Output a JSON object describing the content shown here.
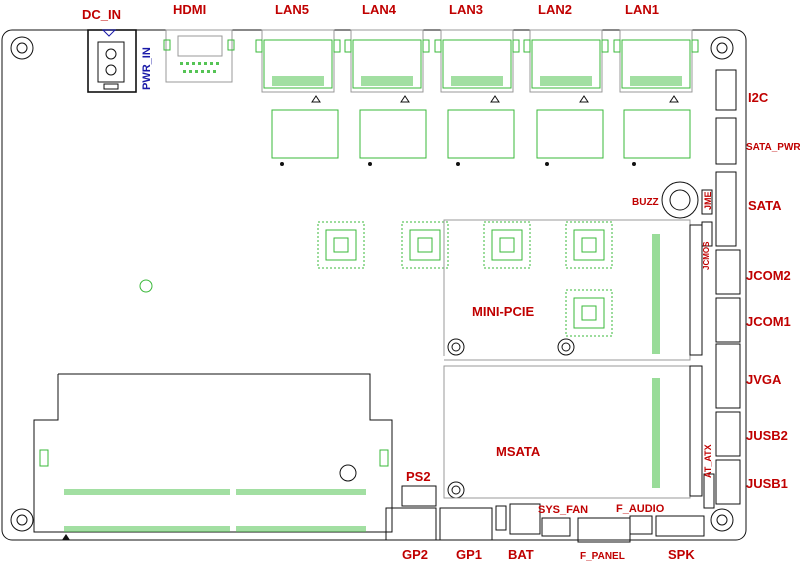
{
  "labels": {
    "dc_in": "DC_IN",
    "pwr_in": "PWR_IN",
    "hdmi": "HDMI",
    "lan5": "LAN5",
    "lan4": "LAN4",
    "lan3": "LAN3",
    "lan2": "LAN2",
    "lan1": "LAN1",
    "i2c": "I2C",
    "sata_pwr": "SATA_PWR",
    "buzz": "BUZZ",
    "jme": "JME",
    "sata": "SATA",
    "jcmos": "JCMOS",
    "jcom2": "JCOM2",
    "jcom1": "JCOM1",
    "mini_pcie": "MINI-PCIE",
    "jvga": "JVGA",
    "jusb2": "JUSB2",
    "at_atx": "AT_ATX",
    "jusb1": "JUSB1",
    "msata": "MSATA",
    "ps2": "PS2",
    "sys_fan": "SYS_FAN",
    "f_audio": "F_AUDIO",
    "gp2": "GP2",
    "gp1": "GP1",
    "bat": "BAT",
    "f_panel": "F_PANEL",
    "spk": "SPK"
  },
  "colors": {
    "label": "#c00000",
    "label_alt": "#1a1aa8",
    "silkscreen": "#3ab83a",
    "outline": "#111111"
  }
}
